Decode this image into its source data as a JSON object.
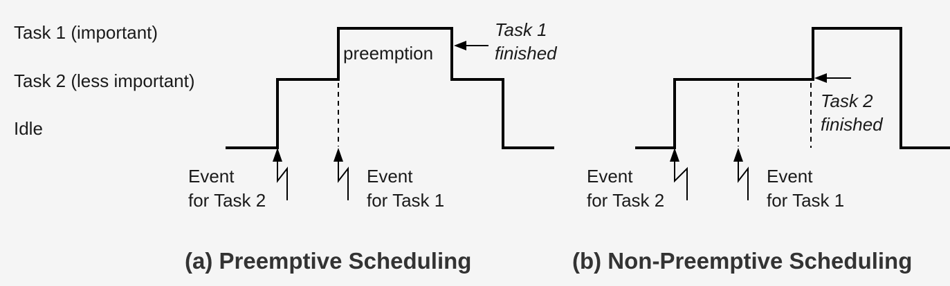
{
  "levels": {
    "task1": "Task 1 (important)",
    "task2": "Task 2 (less important)",
    "idle": "Idle"
  },
  "panel_a": {
    "caption": "(a) Preemptive Scheduling",
    "preemption_label": "preemption",
    "finished_line1": "Task 1",
    "finished_line2": "finished",
    "event_task2_line1": "Event",
    "event_task2_line2": "for Task 2",
    "event_task1_line1": "Event",
    "event_task1_line2": "for Task 1"
  },
  "panel_b": {
    "caption": "(b) Non-Preemptive Scheduling",
    "finished_line1": "Task 2",
    "finished_line2": "finished",
    "event_task2_line1": "Event",
    "event_task2_line2": "for Task 2",
    "event_task1_line1": "Event",
    "event_task1_line2": "for Task 1"
  }
}
